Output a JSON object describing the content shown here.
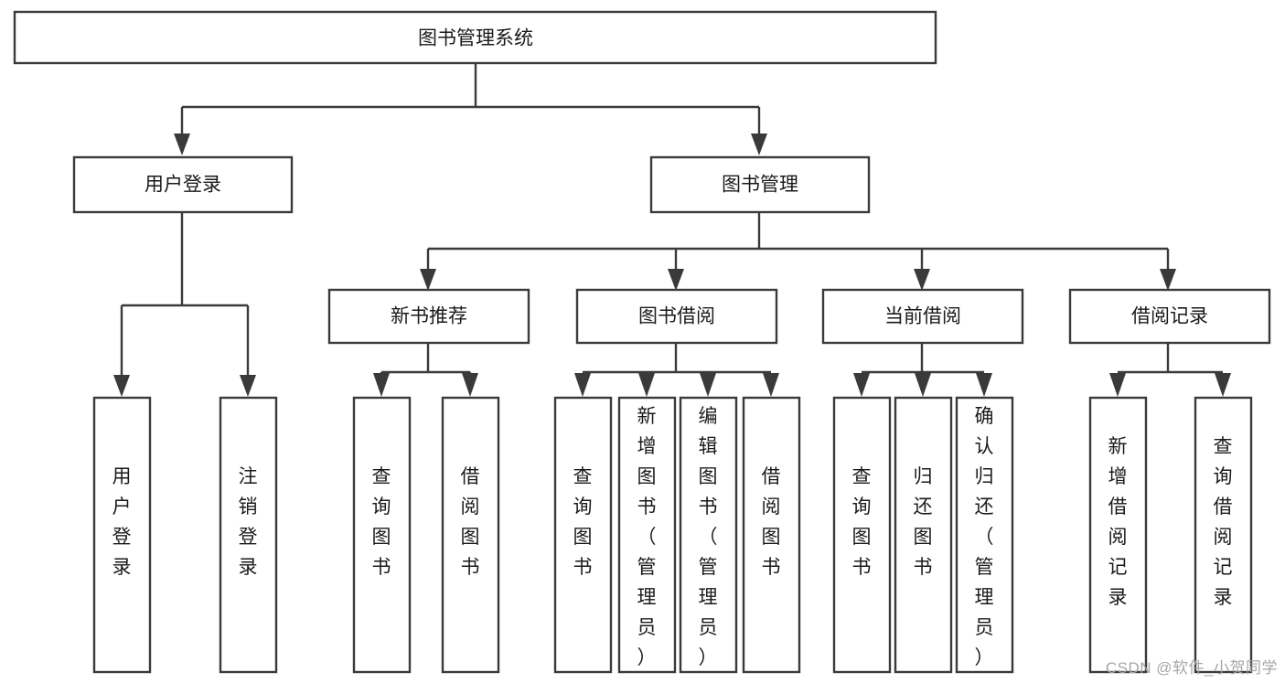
{
  "diagram": {
    "type": "tree-hierarchy",
    "title": "图书管理系统",
    "root": {
      "id": "root",
      "label": "图书管理系统",
      "orientation": "horizontal"
    },
    "level2": [
      {
        "id": "user-login",
        "label": "用户登录",
        "orientation": "horizontal"
      },
      {
        "id": "book-management",
        "label": "图书管理",
        "orientation": "horizontal"
      }
    ],
    "level3": [
      {
        "id": "new-book-recommend",
        "label": "新书推荐",
        "orientation": "horizontal",
        "parent": "book-management"
      },
      {
        "id": "book-borrow",
        "label": "图书借阅",
        "orientation": "horizontal",
        "parent": "book-management"
      },
      {
        "id": "current-borrow",
        "label": "当前借阅",
        "orientation": "horizontal",
        "parent": "book-management"
      },
      {
        "id": "borrow-record",
        "label": "借阅记录",
        "orientation": "horizontal",
        "parent": "book-management"
      }
    ],
    "leaves": [
      {
        "id": "leaf-user-login",
        "label": "用户登录",
        "orientation": "vertical",
        "parent": "user-login"
      },
      {
        "id": "leaf-user-logout",
        "label": "注销登录",
        "orientation": "vertical",
        "parent": "user-login"
      },
      {
        "id": "leaf-query-book-1",
        "label": "查询图书",
        "orientation": "vertical",
        "parent": "new-book-recommend"
      },
      {
        "id": "leaf-borrow-book-1",
        "label": "借阅图书",
        "orientation": "vertical",
        "parent": "new-book-recommend"
      },
      {
        "id": "leaf-query-book-2",
        "label": "查询图书",
        "orientation": "vertical",
        "parent": "book-borrow"
      },
      {
        "id": "leaf-add-book",
        "label": "新增图书（管理员）",
        "orientation": "vertical",
        "parent": "book-borrow"
      },
      {
        "id": "leaf-edit-book",
        "label": "编辑图书（管理员）",
        "orientation": "vertical",
        "parent": "book-borrow"
      },
      {
        "id": "leaf-borrow-book-2",
        "label": "借阅图书",
        "orientation": "vertical",
        "parent": "book-borrow"
      },
      {
        "id": "leaf-query-book-3",
        "label": "查询图书",
        "orientation": "vertical",
        "parent": "current-borrow"
      },
      {
        "id": "leaf-return-book",
        "label": "归还图书",
        "orientation": "vertical",
        "parent": "current-borrow"
      },
      {
        "id": "leaf-confirm-return",
        "label": "确认归还（管理员）",
        "orientation": "vertical",
        "parent": "current-borrow"
      },
      {
        "id": "leaf-add-record",
        "label": "新增借阅记录",
        "orientation": "vertical",
        "parent": "borrow-record"
      },
      {
        "id": "leaf-query-record",
        "label": "查询借阅记录",
        "orientation": "vertical",
        "parent": "borrow-record"
      }
    ],
    "colors": {
      "background": "#ffffff",
      "box_fill": "#ffffff",
      "box_stroke": "#3a3a3a",
      "connector": "#3a3a3a",
      "text": "#1a1a1a",
      "watermark": "#a6a6a6"
    }
  },
  "watermark": {
    "text": "CSDN @软件_小贺同学"
  }
}
